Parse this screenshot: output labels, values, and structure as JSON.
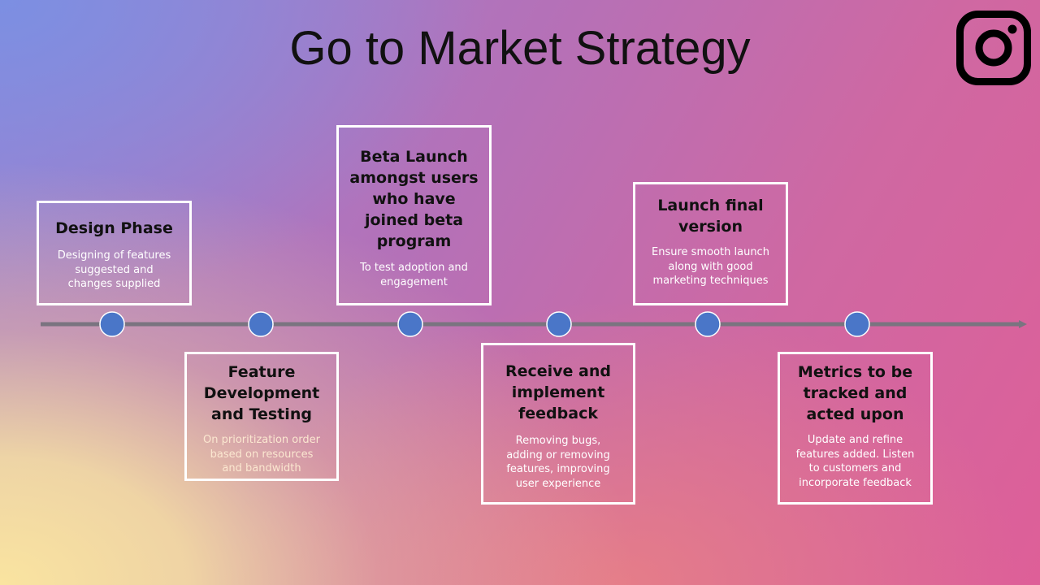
{
  "title": "Go to Market Strategy",
  "colors": {
    "line": "#7a7480",
    "node_fill": "#4a76c8",
    "node_stroke": "#ffffff",
    "box_border": "#ffffff"
  },
  "icon": "instagram-icon",
  "steps": [
    {
      "heading": [
        "Design Phase"
      ],
      "desc": [
        "Designing of features",
        "suggested and",
        "changes supplied"
      ]
    },
    {
      "heading": [
        "Feature",
        "Development",
        "and Testing"
      ],
      "desc": [
        "On prioritization order",
        "based on resources",
        "and bandwidth"
      ]
    },
    {
      "heading": [
        "Beta Launch",
        "amongst users",
        "who have",
        "joined beta",
        "program"
      ],
      "desc": [
        "To test adoption and",
        "engagement"
      ]
    },
    {
      "heading": [
        "Receive and",
        "implement",
        "feedback"
      ],
      "desc": [
        "Removing bugs,",
        "adding or removing",
        "features, improving",
        "user experience"
      ]
    },
    {
      "heading": [
        "Launch final",
        "version"
      ],
      "desc": [
        "Ensure smooth launch",
        "along with good",
        "marketing techniques"
      ]
    },
    {
      "heading": [
        "Metrics to be",
        "tracked and",
        "acted upon"
      ],
      "desc": [
        "Update and refine",
        "features added. Listen",
        "to customers and",
        "incorporate feedback"
      ]
    }
  ]
}
